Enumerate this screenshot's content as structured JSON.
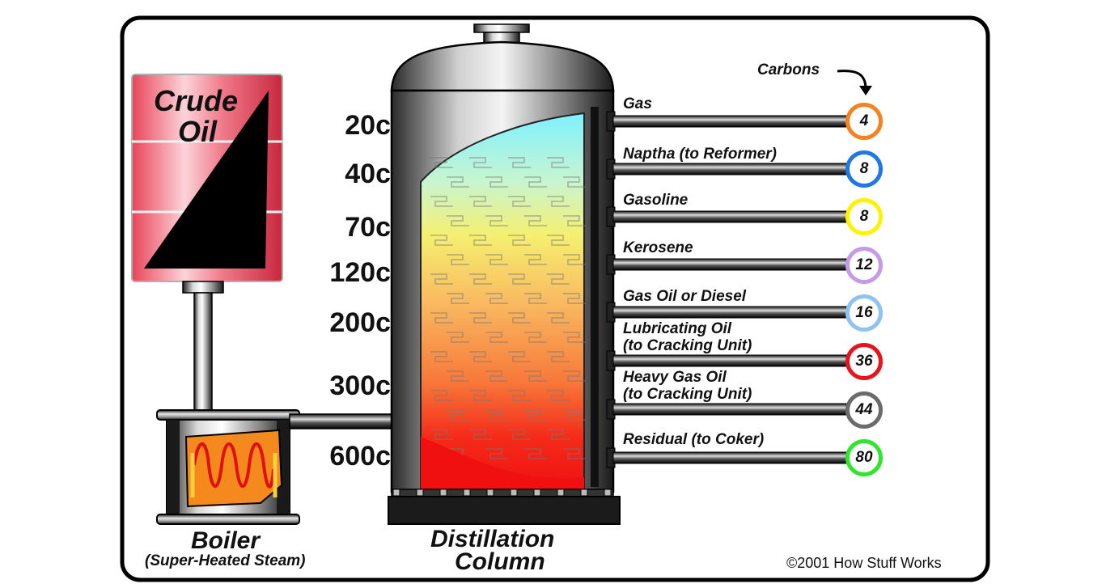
{
  "barrel": {
    "line1": "Crude",
    "line2": "Oil"
  },
  "boiler": {
    "title": "Boiler",
    "subtitle": "(Super-Heated Steam)"
  },
  "column": {
    "line1": "Distillation",
    "line2": "Column"
  },
  "carbons_label": "Carbons",
  "temperatures": [
    "20c",
    "40c",
    "70c",
    "120c",
    "200c",
    "300c",
    "600c"
  ],
  "fractions": [
    {
      "label": "Gas",
      "label2": "",
      "carbons": "4",
      "color": "#f5821f"
    },
    {
      "label": "Naptha (to Reformer)",
      "label2": "",
      "carbons": "8",
      "color": "#1e78e6"
    },
    {
      "label": "Gasoline",
      "label2": "",
      "carbons": "8",
      "color": "#fff200"
    },
    {
      "label": "Kerosene",
      "label2": "",
      "carbons": "12",
      "color": "#c39be8"
    },
    {
      "label": "Gas Oil or Diesel",
      "label2": "",
      "carbons": "16",
      "color": "#8fc3f2"
    },
    {
      "label": "Lubricating Oil",
      "label2": "(to Cracking Unit)",
      "carbons": "36",
      "color": "#e8141b"
    },
    {
      "label": "Heavy Gas Oil",
      "label2": "(to Cracking Unit)",
      "carbons": "44",
      "color": "#6b6b6b"
    },
    {
      "label": "Residual (to Coker)",
      "label2": "",
      "carbons": "80",
      "color": "#2ee62e"
    }
  ],
  "copyright": "©2001 How Stuff Works"
}
